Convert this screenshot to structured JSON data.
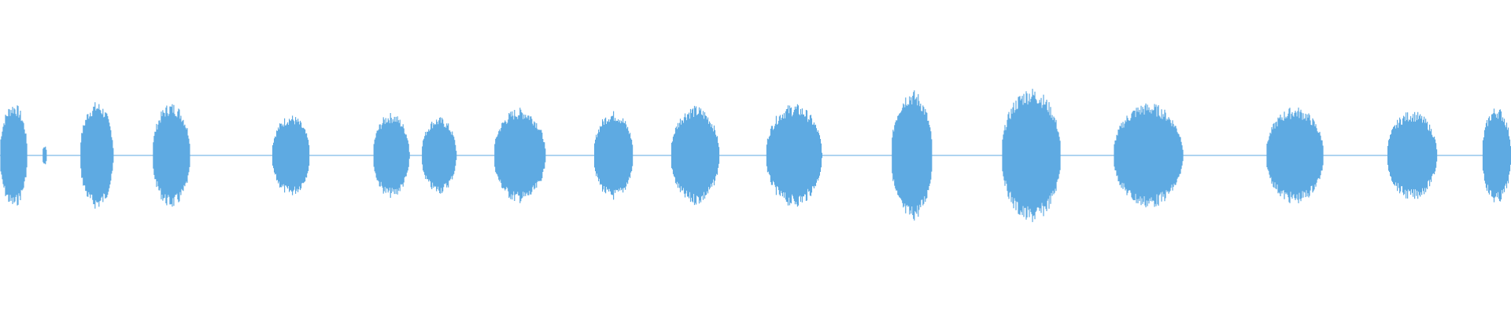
{
  "waveform": {
    "color": "#5eaae2",
    "segments": [
      {
        "start": 0.0,
        "end": 0.018,
        "amp": 0.52
      },
      {
        "start": 0.028,
        "end": 0.031,
        "amp": 0.1
      },
      {
        "start": 0.053,
        "end": 0.075,
        "amp": 0.53
      },
      {
        "start": 0.101,
        "end": 0.126,
        "amp": 0.52
      },
      {
        "start": 0.18,
        "end": 0.205,
        "amp": 0.4
      },
      {
        "start": 0.247,
        "end": 0.271,
        "amp": 0.42
      },
      {
        "start": 0.279,
        "end": 0.302,
        "amp": 0.38
      },
      {
        "start": 0.327,
        "end": 0.361,
        "amp": 0.47
      },
      {
        "start": 0.393,
        "end": 0.419,
        "amp": 0.44
      },
      {
        "start": 0.444,
        "end": 0.476,
        "amp": 0.49
      },
      {
        "start": 0.507,
        "end": 0.544,
        "amp": 0.51
      },
      {
        "start": 0.59,
        "end": 0.617,
        "amp": 0.65
      },
      {
        "start": 0.663,
        "end": 0.702,
        "amp": 0.67
      },
      {
        "start": 0.737,
        "end": 0.783,
        "amp": 0.52
      },
      {
        "start": 0.838,
        "end": 0.876,
        "amp": 0.48
      },
      {
        "start": 0.918,
        "end": 0.951,
        "amp": 0.44
      },
      {
        "start": 0.981,
        "end": 1.0,
        "amp": 0.48
      }
    ]
  }
}
